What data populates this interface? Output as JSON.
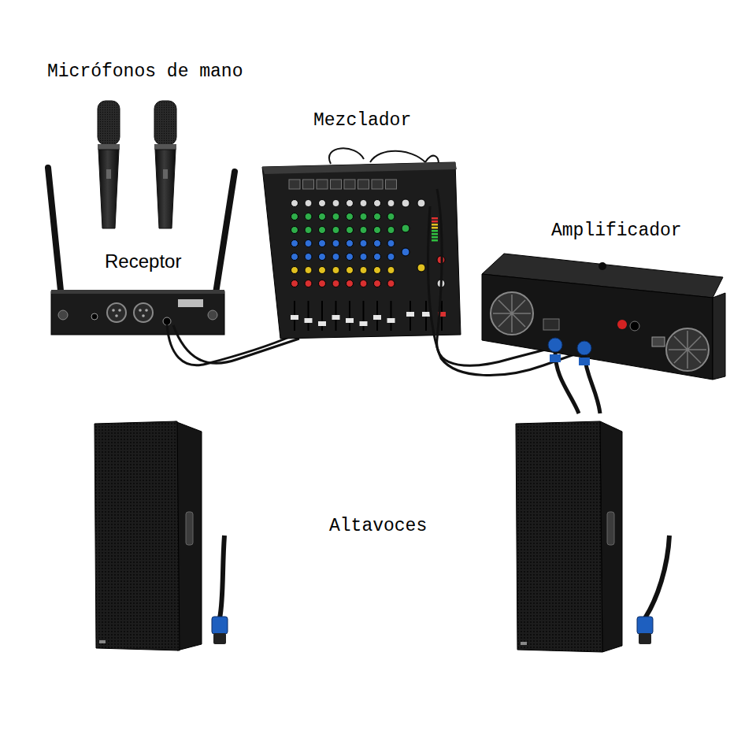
{
  "diagram": {
    "labels": [
      "Micrófonos de mano",
      "Mezclador",
      "Receptor",
      "Amplificador",
      "Altavoces"
    ]
  }
}
